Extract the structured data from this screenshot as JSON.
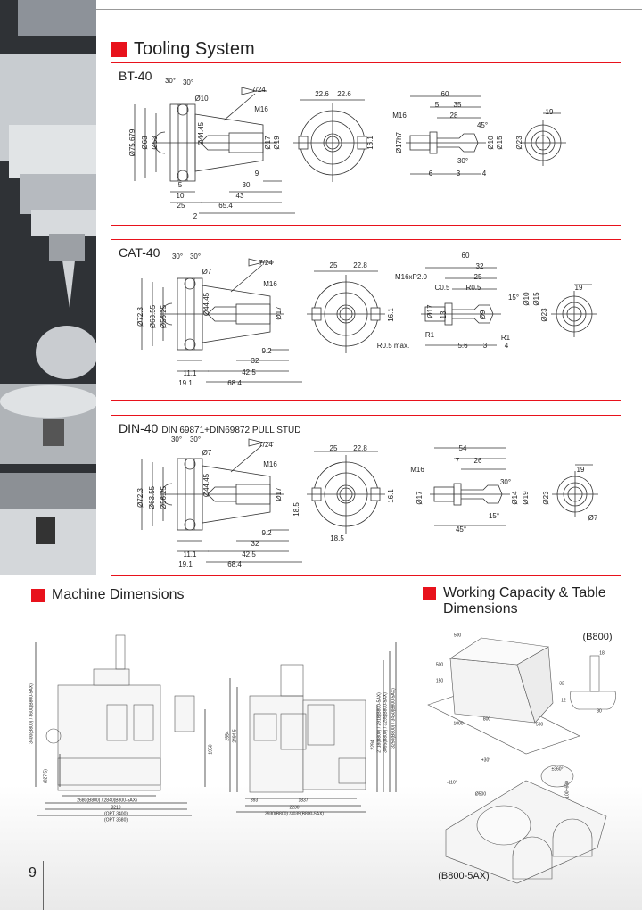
{
  "page": {
    "number": "9"
  },
  "colors": {
    "accent": "#e8121c",
    "line": "#333333"
  },
  "tooling": {
    "title": "Tooling System",
    "bt40": {
      "title": "BT-40",
      "labels": [
        "30°",
        "30°",
        "Ø10",
        "7/24",
        "M16",
        "Ø75.679",
        "Ø63",
        "Ø53",
        "Ø44.45",
        "Ø17",
        "Ø19",
        "9",
        "30",
        "43",
        "65.4",
        "5",
        "10",
        "25",
        "2",
        "22.6",
        "22.6",
        "16.1",
        "60",
        "5",
        "35",
        "28",
        "M16",
        "Ø17h7",
        "45°",
        "Ø10",
        "Ø15",
        "30°",
        "6",
        "3",
        "4",
        "Ø23",
        "19"
      ]
    },
    "cat40": {
      "title": "CAT-40",
      "labels": [
        "30°",
        "30°",
        "Ø7",
        "7/24",
        "M16",
        "Ø72.3",
        "Ø63.55",
        "Ø56.25",
        "Ø44.45",
        "Ø17",
        "9.2",
        "32",
        "42.5",
        "11.1",
        "19.1",
        "68.4",
        "25",
        "22.8",
        "16.1",
        "60",
        "32",
        "25",
        "M16xP2.0",
        "C0.5",
        "R0.5",
        "15°",
        "Ø17",
        "13",
        "R1",
        "Ø9",
        "Ø10",
        "Ø15",
        "Ø23",
        "R0.5 max.",
        "5.6",
        "3",
        "4",
        "R1",
        "19"
      ]
    },
    "din40": {
      "title": "DIN-40",
      "subtitle": "DIN 69871+DIN69872 PULL STUD",
      "labels": [
        "30°",
        "30°",
        "Ø7",
        "7/24",
        "M16",
        "Ø72.3",
        "Ø63.55",
        "Ø56.25",
        "Ø44.45",
        "Ø17",
        "18.5",
        "9.2",
        "32",
        "42.5",
        "11.1",
        "19.1",
        "68.4",
        "25",
        "22.8",
        "16.1",
        "18.5",
        "54",
        "7",
        "26",
        "M16",
        "Ø17",
        "30°",
        "Ø14",
        "Ø19",
        "15°",
        "45°",
        "Ø23",
        "19",
        "Ø7"
      ]
    }
  },
  "machine": {
    "title": "Machine Dimensions",
    "front_labels": [
      "3400(B800) / 3600(B800-5AX)",
      "(827.5)",
      "1950",
      "2680(B800) / 2840(B800-5AX)",
      "3210",
      "(OPT 3400)",
      "(OPT 3680)"
    ],
    "side_labels": [
      "2554",
      "2494.5",
      "2294",
      "2718(B800) / 2918(B800-5AX)",
      "3095(B800) / 3295(B800-5AX)",
      "3250(B800) / 3450(B800-5AX)",
      "393",
      "1837",
      "2230",
      "2930(B800) /3035(B800-5AX)"
    ]
  },
  "capacity": {
    "title_line1": "Working Capacity & Table",
    "title_line2": "Dimensions",
    "b800_label": "(B800)",
    "b5ax_label": "(B800-5AX)",
    "table_labels": [
      "500",
      "500",
      "150",
      "800",
      "1000",
      "500"
    ],
    "tslot_labels": [
      "18",
      "32",
      "12",
      "30"
    ],
    "ax5_labels": [
      "+30°",
      "-110°",
      "Ø500",
      "±360°",
      "100~600"
    ]
  }
}
